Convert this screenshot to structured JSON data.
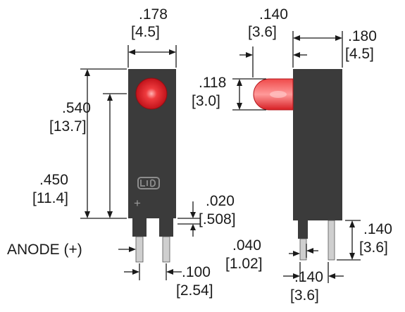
{
  "colors": {
    "body": "#3b3b3b",
    "led_red": "#e8262a",
    "led_glow": "#f7a6a6",
    "lead": "#cfcfcf",
    "line": "#1a1a1a",
    "background": "#ffffff"
  },
  "front_view": {
    "width_in": ".178",
    "width_mm": "[4.5]",
    "height_in": ".540",
    "height_mm": "[13.7]",
    "led_center_in": ".450",
    "led_center_mm": "[11.4]",
    "standoff_in": ".020",
    "standoff_mm": "[.508]",
    "lead_pitch_in": ".100",
    "lead_pitch_mm": "[2.54]",
    "anode_label": "ANODE (+)",
    "plus_mark": "+",
    "logo_icon": "logo-icon"
  },
  "side_view": {
    "led_offset_in": ".140",
    "led_offset_mm": "[3.6]",
    "led_diameter_in": ".118",
    "led_diameter_mm": "[3.0]",
    "depth_in": ".180",
    "depth_mm": "[4.5]",
    "lead_length_in": ".140",
    "lead_length_mm": "[3.6]",
    "lead_width_in": ".040",
    "lead_width_mm": "[1.02]",
    "lead_spacing_in": ".140",
    "lead_spacing_mm": "[3.6]"
  }
}
